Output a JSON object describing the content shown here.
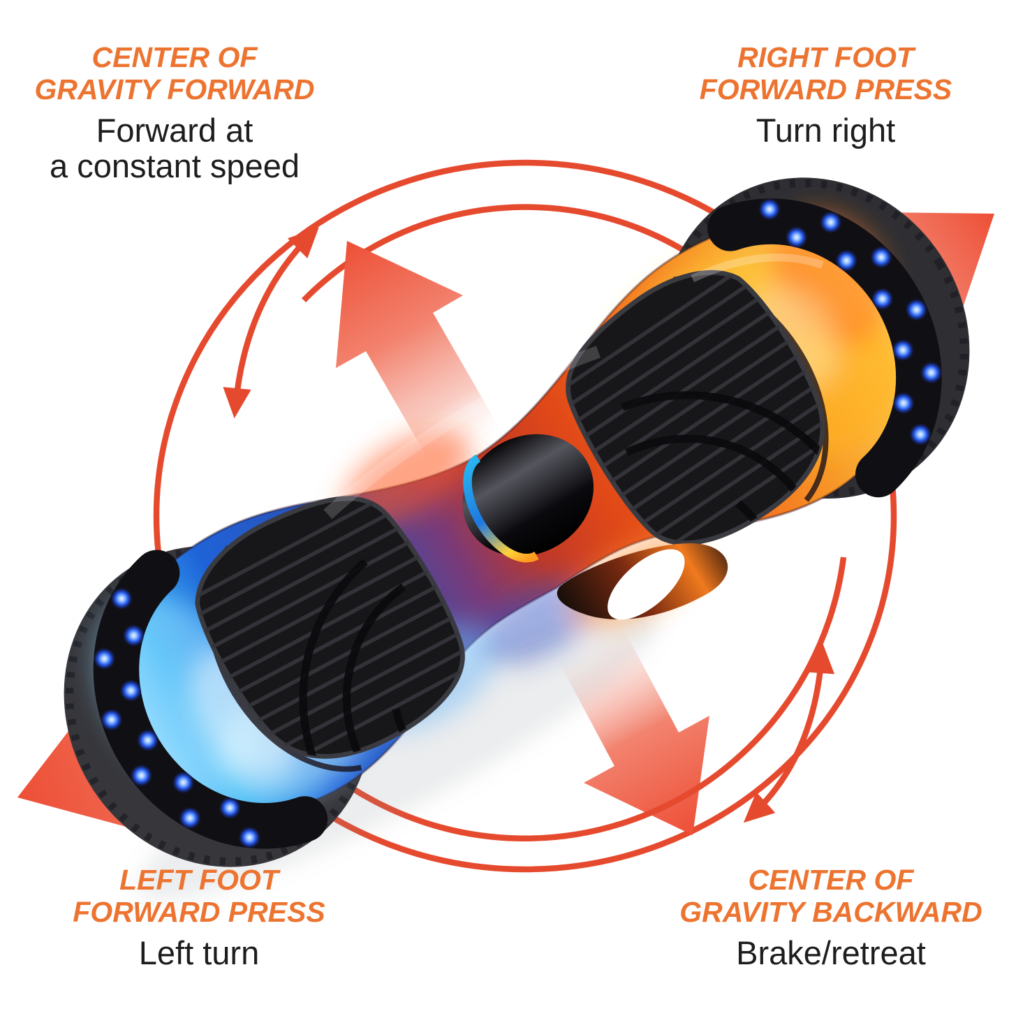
{
  "figure": {
    "type": "product-instruction-diagram",
    "subject": "Self-balancing hoverboard with fire-and-ice flame shell, black ribbed foot pads and blue LED wheel lights, circled by rotation arrows",
    "annotations": {
      "top_left": {
        "heading": [
          "CENTER OF",
          "GRAVITY FORWARD"
        ],
        "description": [
          "Forward at",
          "a constant speed"
        ]
      },
      "top_right": {
        "heading": [
          "RIGHT FOOT",
          "FORWARD PRESS"
        ],
        "description": [
          "Turn right"
        ]
      },
      "bottom_left": {
        "heading": [
          "LEFT FOOT",
          "FORWARD PRESS"
        ],
        "description": [
          "Left turn"
        ]
      },
      "bottom_right": {
        "heading": [
          "CENTER OF",
          "GRAVITY BACKWARD"
        ],
        "description": [
          "Brake/retreat"
        ]
      }
    },
    "icons": [
      "rotation-ring-icon",
      "rotation-arc-top-icon",
      "rotation-arc-bottom-icon",
      "double-headed-arc-top-left-icon",
      "double-headed-arc-bottom-right-icon",
      "up-left-arrow-icon",
      "up-right-arrow-icon",
      "down-left-arrow-icon",
      "down-right-arrow-icon"
    ],
    "colors": {
      "background": "#FFFFFF",
      "heading_orange": "#ED7430",
      "description_text": "#1D1D1F",
      "arrow_red": "#EE5038",
      "ring_red": "#E64A2E",
      "led_blue": "#2B62F5",
      "flame_blue": "#1F63D8",
      "flame_orange": "#F2681C"
    }
  }
}
